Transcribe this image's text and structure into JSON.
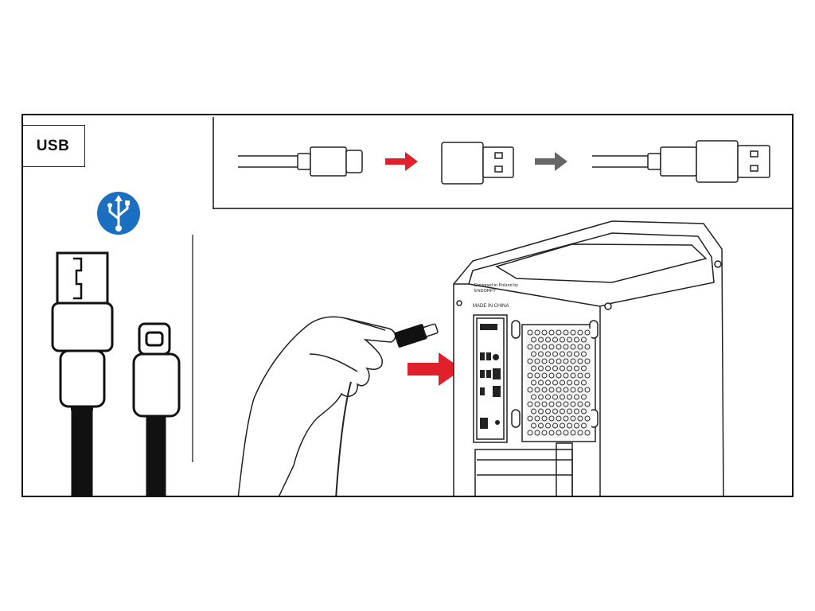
{
  "panel": {
    "label": "USB",
    "icon": "usb-icon",
    "icon_color": "#1a6fc1"
  },
  "sequence": {
    "arrow1_color": "#e0202a",
    "arrow2_color": "#666666"
  },
  "pc_case": {
    "brand_line1": "Designed in Poland by",
    "brand_line2": "ENDORFY",
    "made_in": "MADE IN CHINA",
    "arrow_color": "#e0202a"
  }
}
